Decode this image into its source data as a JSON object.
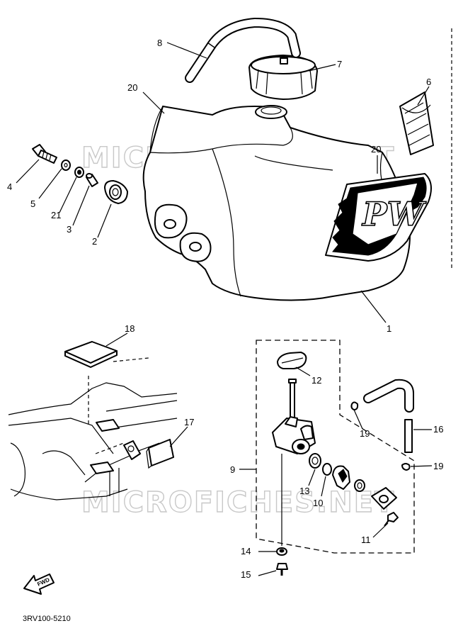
{
  "watermark": "MICROFICHES.NET",
  "diagram_code": "3RV100-5210",
  "fwd_label": "FWD",
  "decal_text": "PW",
  "callouts": {
    "c1": "1",
    "c2": "2",
    "c3": "3",
    "c4": "4",
    "c5": "5",
    "c6": "6",
    "c7": "7",
    "c8": "8",
    "c9": "9",
    "c10": "10",
    "c11": "11",
    "c12": "12",
    "c13": "13",
    "c14": "14",
    "c15": "15",
    "c16": "16",
    "c17": "17",
    "c18": "18",
    "c19a": "19",
    "c19b": "19",
    "c20a": "20",
    "c20b": "20",
    "c21": "21"
  }
}
